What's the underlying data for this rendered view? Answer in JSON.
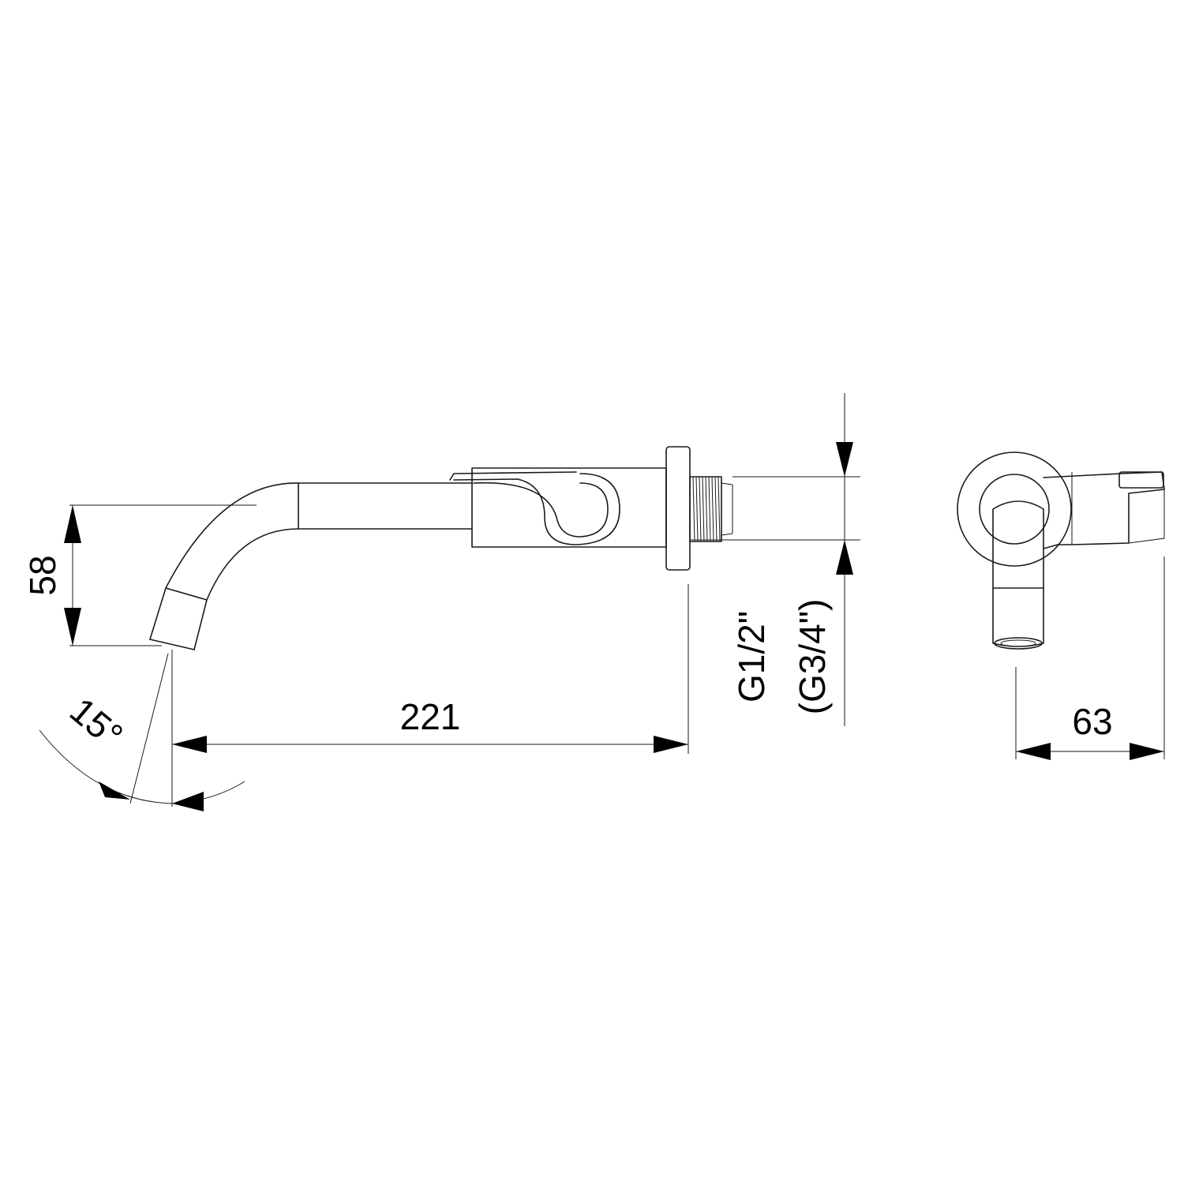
{
  "dimensions": {
    "height": "58",
    "length": "221",
    "angle": "15°",
    "thread_main": "G1/2\"",
    "thread_alt": "(G3/4\")",
    "depth": "63"
  },
  "colors": {
    "line": "#1a1a1a",
    "background": "#ffffff"
  }
}
